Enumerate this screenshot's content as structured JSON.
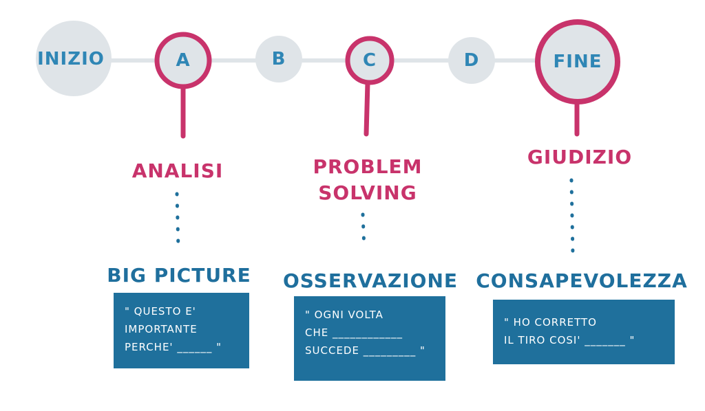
{
  "nodes": {
    "start": "INIZIO",
    "a": "A",
    "b": "B",
    "c": "C",
    "d": "D",
    "end": "FINE"
  },
  "phases": [
    {
      "title": "ANALISI",
      "skill": "BIG PICTURE",
      "lines": [
        "\" QUESTO E'",
        "IMPORTANTE",
        "PERCHE' ______ \""
      ]
    },
    {
      "title": "PROBLEM SOLVING",
      "skill": "OSSERVAZIONE",
      "lines": [
        "\" OGNI VOLTA",
        "CHE ____________",
        "SUCCEDE _________ \""
      ]
    },
    {
      "title": "GIUDIZIO",
      "skill": "CONSAPEVOLEZZA",
      "lines": [
        "\" HO CORRETTO",
        "IL TIRO COSI' _______ \""
      ]
    }
  ],
  "colors": {
    "pink": "#c8336b",
    "blue": "#1f709c",
    "gray": "#dfe4e8"
  }
}
